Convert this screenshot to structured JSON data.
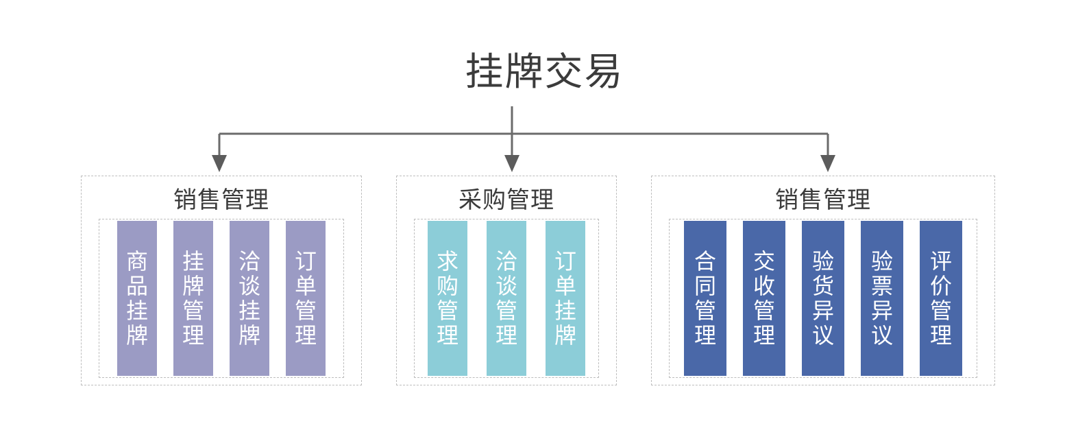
{
  "root": {
    "title": "挂牌交易"
  },
  "connector": {
    "line_color": "#6b6b6b",
    "style": "orthogonal-tree-down"
  },
  "palette": {
    "purple": "#9b9bc4",
    "teal": "#8ccdd8",
    "blue": "#4a68a8",
    "text_dark": "#3b3b3b",
    "box_text": "#ffffff",
    "dashed_border": "#bdbdbd"
  },
  "groups": [
    {
      "title": "销售管理",
      "color": "#9b9bc4",
      "items": [
        {
          "label": "商品挂牌"
        },
        {
          "label": "挂牌管理"
        },
        {
          "label": "洽谈挂牌"
        },
        {
          "label": "订单管理"
        }
      ]
    },
    {
      "title": "采购管理",
      "color": "#8ccdd8",
      "items": [
        {
          "label": "求购管理"
        },
        {
          "label": "洽谈管理"
        },
        {
          "label": "订单挂牌"
        }
      ]
    },
    {
      "title": "销售管理",
      "color": "#4a68a8",
      "items": [
        {
          "label": "合同管理"
        },
        {
          "label": "交收管理"
        },
        {
          "label": "验货异议"
        },
        {
          "label": "验票异议"
        },
        {
          "label": "评价管理"
        }
      ]
    }
  ]
}
